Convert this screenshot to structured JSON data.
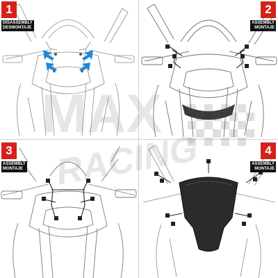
{
  "steps": [
    {
      "number": "1",
      "caption_line1": "DISASSEMBLY",
      "caption_line2": "DESMONTAJE"
    },
    {
      "number": "2",
      "caption_line1": "ASSEMBLY",
      "caption_line2": "MONTAJE"
    },
    {
      "number": "3",
      "caption_line1": "ASSEMBLY",
      "caption_line2": "MONTAJE"
    },
    {
      "number": "4",
      "caption_line1": "ASSEMBLY",
      "caption_line2": "MONTAJE"
    }
  ],
  "watermark": {
    "line1": "MAX",
    "line2": "RACING"
  },
  "colors": {
    "badge": "#d7201a",
    "arrow": "#1e88d8",
    "screen": "#2b2b2b",
    "line": "#6f6f6f"
  },
  "icons": [
    "blue-arrow-icon",
    "screw-icon",
    "checkered-flag-icon"
  ]
}
